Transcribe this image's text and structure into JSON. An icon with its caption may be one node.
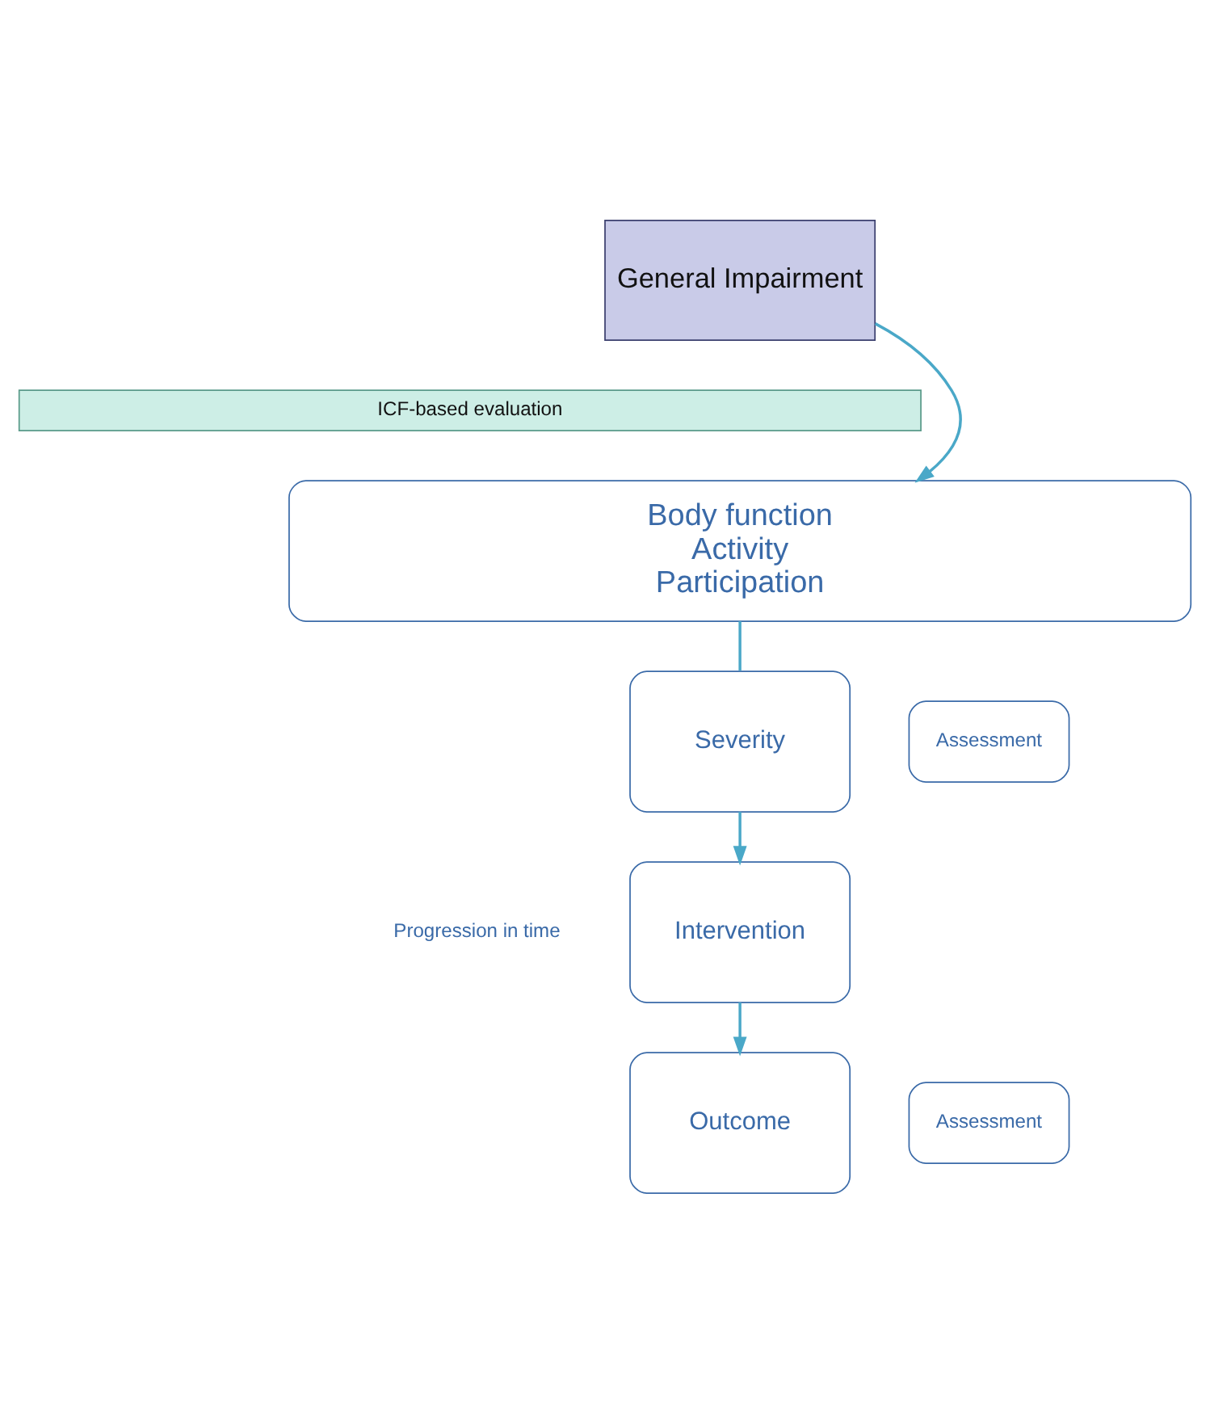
{
  "diagram": {
    "nodes": [
      {
        "text": [
          "General Impairment"
        ]
      },
      {
        "text": [
          "ICF-based evaluation"
        ]
      },
      {
        "text": [
          "Body function",
          "Activity",
          "Participation"
        ]
      },
      {
        "text": [
          "Severity"
        ]
      },
      {
        "text": [
          "Assessment"
        ]
      },
      {
        "text": [
          "Intervention"
        ]
      },
      {
        "text": [
          "Outcome"
        ]
      },
      {
        "text": [
          "Assessment"
        ]
      }
    ],
    "edges": [
      {
        "from": 0,
        "to": 2,
        "arrow": "to"
      },
      {
        "from": 2,
        "to": 3,
        "arrow": "none"
      },
      {
        "from": 3,
        "to": 5,
        "arrow": "to"
      },
      {
        "from": 5,
        "to": 6,
        "arrow": "to"
      }
    ],
    "labels": [
      "Progression in time"
    ]
  }
}
